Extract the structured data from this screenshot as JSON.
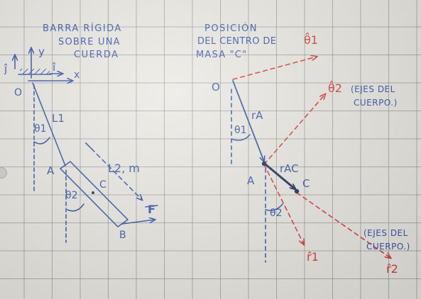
{
  "colors": {
    "ink": "#2f4fa8",
    "red": "#d83535",
    "dark": "#1b2a55"
  },
  "left": {
    "title": [
      "BARRA RÍGIDA",
      "SOBRE UNA",
      "CUERDA"
    ],
    "axis_y": "y",
    "axis_x": "x",
    "unit_j": "ĵ",
    "unit_i": "î",
    "point_O": "O",
    "L1": "L1",
    "theta1": "θ1",
    "point_A": "A",
    "L2m": "L2, m",
    "point_C": "C",
    "theta2": "θ2",
    "point_B": "B",
    "force": "F"
  },
  "right": {
    "title": [
      "POSICIÓN",
      "DEL CENTRO DE",
      "MASA \"C\""
    ],
    "point_O": "O",
    "theta1_hat": "θ̂1",
    "theta2_hat": "θ̂2",
    "body_axes_1": [
      "(EJES DEL",
      "CUERPO.)"
    ],
    "rA": "rA",
    "theta1": "θ1",
    "point_A": "A",
    "rAC": "rAC",
    "point_C": "C",
    "theta2": "θ2",
    "body_axes_2": [
      "(EJES DEL",
      "CUERPO.)"
    ],
    "r1_hat": "r̂1",
    "r2_hat": "r̂2"
  }
}
